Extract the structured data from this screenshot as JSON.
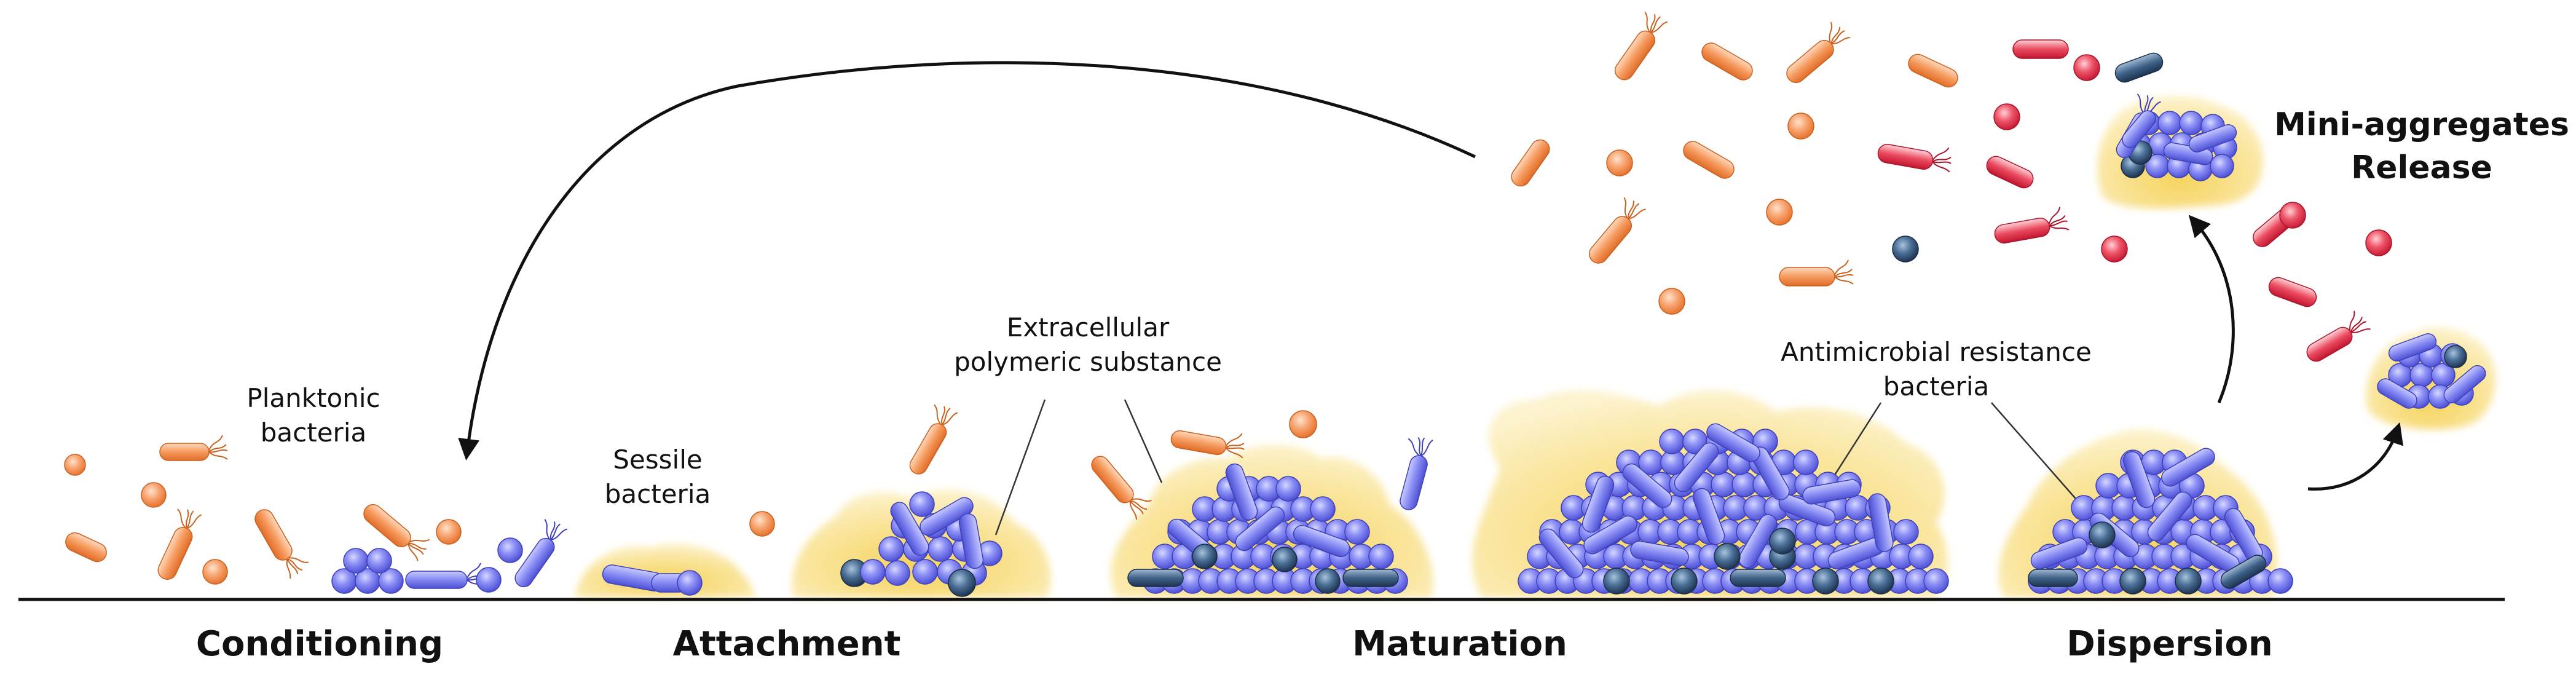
{
  "stages": {
    "conditioning": "Conditioning",
    "attachment": "Attachment",
    "maturation": "Maturation",
    "dispersion": "Dispersion"
  },
  "labels": {
    "planktonic": [
      "Planktonic",
      "bacteria"
    ],
    "sessile": [
      "Sessile",
      "bacteria"
    ],
    "eps": [
      "Extracellular",
      "polymeric substance"
    ],
    "amr": [
      "Antimicrobial resistance",
      "bacteria"
    ],
    "mini_aggregates": [
      "Mini-aggregates",
      "Release"
    ]
  },
  "colors": {
    "biofilm_matrix": "#f7e08a",
    "matrix_glow": "#fff7d0",
    "sessile_cell": "#7a7ef0",
    "resistant_cell": "#3c5f86",
    "planktonic_orange": "#f0945a",
    "planktonic_red": "#e2354c",
    "arrow": "#111111",
    "surface_line": "#111111"
  },
  "icons": [
    "rod-bacterium-icon",
    "coccus-bacterium-icon",
    "flagellum-icon",
    "curved-arrow-icon"
  ]
}
